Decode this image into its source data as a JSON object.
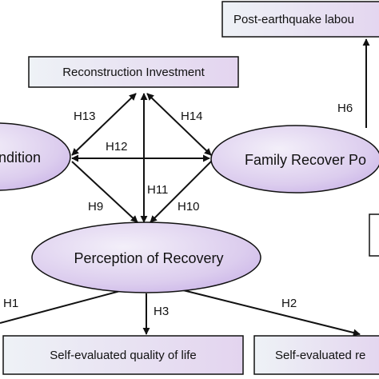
{
  "nodes": {
    "post_earthquake_labour": "Post-earthquake labou",
    "reconstruction_investment": "Reconstruction Investment",
    "condition": "ndition",
    "family_recover": "Family Recover Po",
    "perception_of_recovery": "Perception of Recovery",
    "self_eval_quality": "Self-evaluated quality of life",
    "self_eval_re": "Self-evaluated re"
  },
  "edges": {
    "h1": "H1",
    "h2": "H2",
    "h3": "H3",
    "h6": "H6",
    "h9": "H9",
    "h10": "H10",
    "h11": "H11",
    "h12": "H12",
    "h13": "H13",
    "h14": "H14"
  },
  "colors": {
    "box_fill_start": "#eef2f6",
    "box_fill_end": "#e6d8f0",
    "ellipse_fill_light": "#f2eef8",
    "ellipse_fill_mid": "#d9c9ef",
    "ellipse_fill_dark": "#c7b1e6",
    "stroke": "#111111"
  }
}
